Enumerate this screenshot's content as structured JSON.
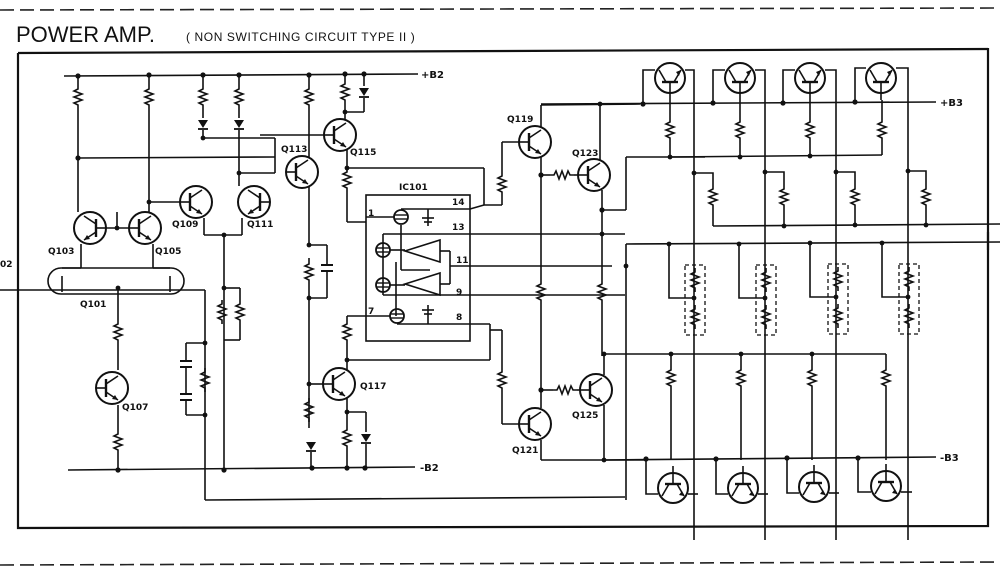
{
  "title": {
    "main": "POWER AMP.",
    "subtitle": "( NON SWITCHING CIRCUIT  TYPE II )"
  },
  "rails": {
    "pos_b2": "+B2",
    "neg_b2": "-B2",
    "pos_b3": "+B3",
    "neg_b3": "-B3"
  },
  "edge_label": "02",
  "transistors": {
    "q101": "Q101",
    "q103": "Q103",
    "q105": "Q105",
    "q107": "Q107",
    "q109": "Q109",
    "q111": "Q111",
    "q113": "Q113",
    "q115": "Q115",
    "q117": "Q117",
    "q119": "Q119",
    "q121": "Q121",
    "q123": "Q123",
    "q125": "Q125"
  },
  "ic": {
    "name": "IC101",
    "pins": [
      "1",
      "14",
      "13",
      "11",
      "9",
      "7",
      "8"
    ]
  }
}
